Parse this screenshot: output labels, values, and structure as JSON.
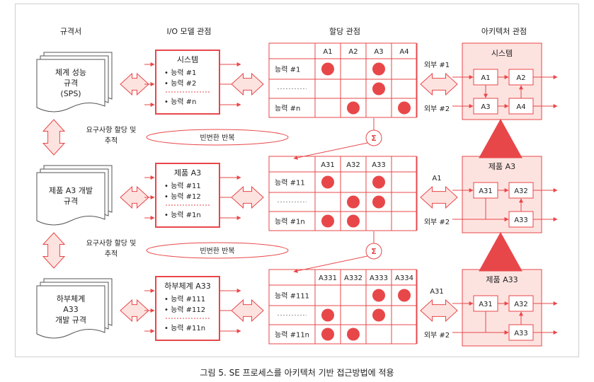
{
  "column_headers": {
    "spec": "규격서",
    "io_model": "I/O 모델 관점",
    "allocation": "할당 관점",
    "architecture": "아키텍처 관점"
  },
  "levels": [
    {
      "spec_lines": [
        "체계 성능",
        "규격",
        "(SPS)"
      ],
      "io_title": "시스템",
      "io_items": [
        "• 능력 #1",
        "• 능력 #2",
        "• 능력 #n"
      ],
      "matrix_cols": [
        "A1",
        "A2",
        "A3",
        "A4"
      ],
      "matrix_rows": [
        "능력 #1",
        "",
        "능력 #n"
      ],
      "matrix_marks": [
        [
          0,
          0
        ],
        [
          0,
          2
        ],
        [
          1,
          2
        ],
        [
          2,
          1
        ],
        [
          2,
          3
        ]
      ],
      "ext_inputs": [
        "외부 #1",
        "외부 #2"
      ],
      "arch_title": "시스템",
      "arch_blocks": [
        "A1",
        "A2",
        "A3",
        "A4"
      ]
    },
    {
      "spec_lines": [
        "제품 A3 개발",
        "규격"
      ],
      "io_title": "제품 A3",
      "io_items": [
        "• 능력 #11",
        "• 능력 #12",
        "• 능력 #1n"
      ],
      "matrix_cols": [
        "A31",
        "A32",
        "A33"
      ],
      "matrix_rows": [
        "능력 #11",
        "",
        "능력 #1n"
      ],
      "matrix_marks": [
        [
          0,
          0
        ],
        [
          0,
          2
        ],
        [
          1,
          1
        ],
        [
          1,
          2
        ],
        [
          2,
          0
        ],
        [
          2,
          1
        ]
      ],
      "ext_inputs": [
        "A1",
        "외부 #2"
      ],
      "arch_title": "제품 A3",
      "arch_blocks": [
        "A31",
        "A32",
        "A33"
      ]
    },
    {
      "spec_lines": [
        "하부체계",
        "A33",
        "개발 규격"
      ],
      "io_title": "하부체계 A33",
      "io_items": [
        "• 능력 #111",
        "• 능력 #112",
        "• 능력 #11n"
      ],
      "matrix_cols": [
        "A331",
        "A332",
        "A333",
        "A334"
      ],
      "matrix_rows": [
        "능력 #111",
        "",
        "능력 #11n"
      ],
      "matrix_marks": [
        [
          0,
          2
        ],
        [
          0,
          3
        ],
        [
          1,
          0
        ],
        [
          1,
          2
        ],
        [
          2,
          0
        ],
        [
          2,
          1
        ]
      ],
      "ext_inputs": [
        "A31",
        "외부 #2"
      ],
      "arch_title": "제품 A33",
      "arch_blocks": [
        "A31",
        "A32",
        "A33"
      ]
    }
  ],
  "between_levels": [
    {
      "trace_lines": [
        "요구사항 할당 및",
        "추적"
      ],
      "iteration": "빈번한 반복",
      "sigma": "Σ"
    },
    {
      "trace_lines": [
        "요구사항 할당 및",
        "추적"
      ],
      "iteration": "빈번한 반복",
      "sigma": "Σ"
    }
  ],
  "caption": "그림 5. SE 프로세스를 아키텍처 기반 접근방법에 적용",
  "colors": {
    "accent": "#e8474a",
    "fill": "#fde3e0",
    "text": "#222222"
  }
}
